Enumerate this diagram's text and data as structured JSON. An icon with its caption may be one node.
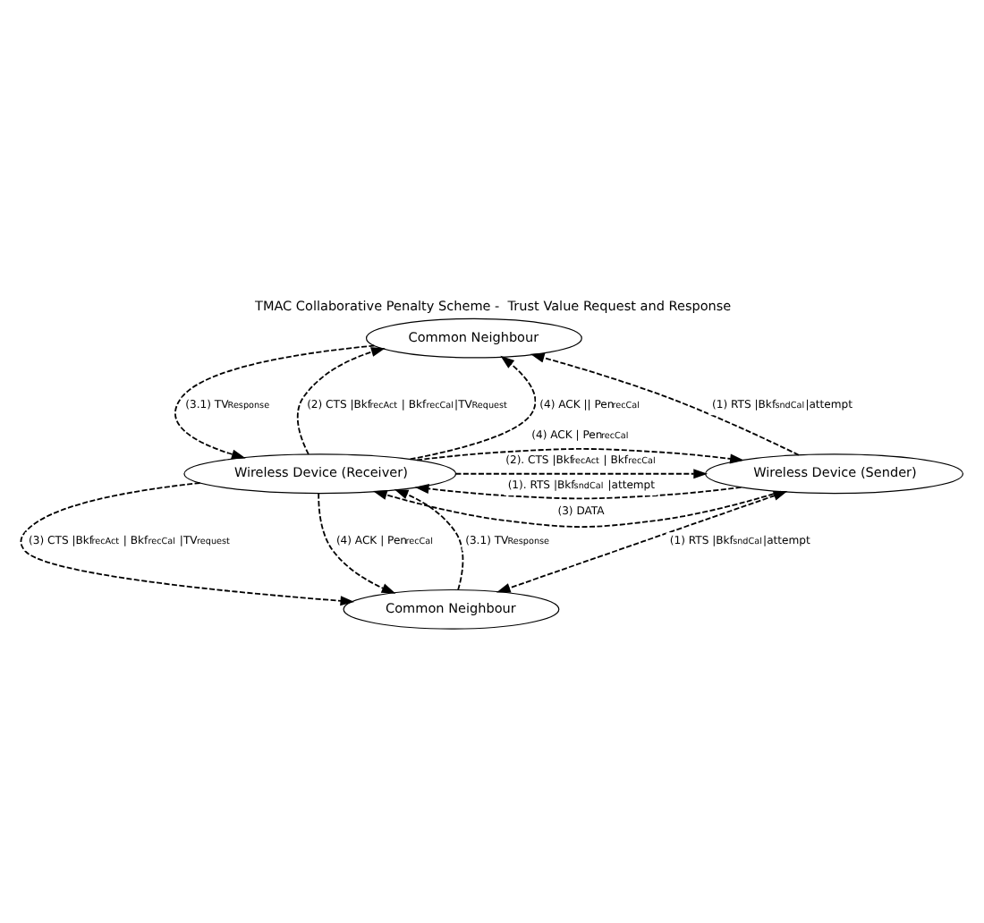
{
  "diagram": {
    "title": "TMAC Collaborative Penalty Scheme -  Trust Value Request and Response",
    "nodes": [
      {
        "text": [
          "Common Neighbour"
        ]
      },
      {
        "text": [
          "Wireless Device (Sender)"
        ]
      },
      {
        "text": [
          "Wireless Device (Receiver)"
        ]
      },
      {
        "text": [
          "Common Neighbour"
        ]
      }
    ],
    "edges": [
      {
        "from": 1,
        "to": 0,
        "arrow": "to",
        "style": "dashed",
        "label": "(1) RTS |Bkf$^{sndCal}$|attempt"
      },
      {
        "from": 2,
        "to": 0,
        "arrow": "to",
        "style": "dashed",
        "label": "(2) CTS |Bkf$^{recAct}$ | Bkf$^{recCal}$|TV$_{Request}$"
      },
      {
        "from": 2,
        "to": 0,
        "arrow": "to",
        "style": "dashed",
        "label": "(4) ACK || Pen$^{recCal}$"
      },
      {
        "from": 0,
        "to": 2,
        "arrow": "to",
        "style": "dashed",
        "label": "(3.1) TV$_{Response}$"
      },
      {
        "from": 1,
        "to": 2,
        "arrow": "to",
        "style": "dashed",
        "label": "(1). RTS |Bkf$^{sndCal}$ |attempt"
      },
      {
        "from": 2,
        "to": 1,
        "arrow": "to",
        "style": "dashed",
        "label": "(2). CTS |Bkf$^{recAct}$ | Bkf$^{recCal}$"
      },
      {
        "from": 1,
        "to": 2,
        "arrow": "to",
        "style": "dashed",
        "label": "(3) DATA"
      },
      {
        "from": 2,
        "to": 1,
        "arrow": "to",
        "style": "dashed",
        "label": "(4) ACK | Pen$^{recCal}$"
      },
      {
        "from": 1,
        "to": 3,
        "arrow": "both",
        "style": "dashed",
        "label": "(1) RTS |Bkf$^{sndCal}$|attempt"
      },
      {
        "from": 2,
        "to": 3,
        "arrow": "to",
        "style": "dashed",
        "label": "(3) CTS |Bkf$^{recAct}$ | Bkf$^{recCal}$ |TV$_{request}$"
      },
      {
        "from": 2,
        "to": 3,
        "arrow": "to",
        "style": "dashed",
        "label": "(4) ACK | Pen$^{recCal}$"
      },
      {
        "from": 3,
        "to": 2,
        "arrow": "to",
        "style": "dashed",
        "label": "(3.1) TV$_{Response}$"
      }
    ]
  }
}
